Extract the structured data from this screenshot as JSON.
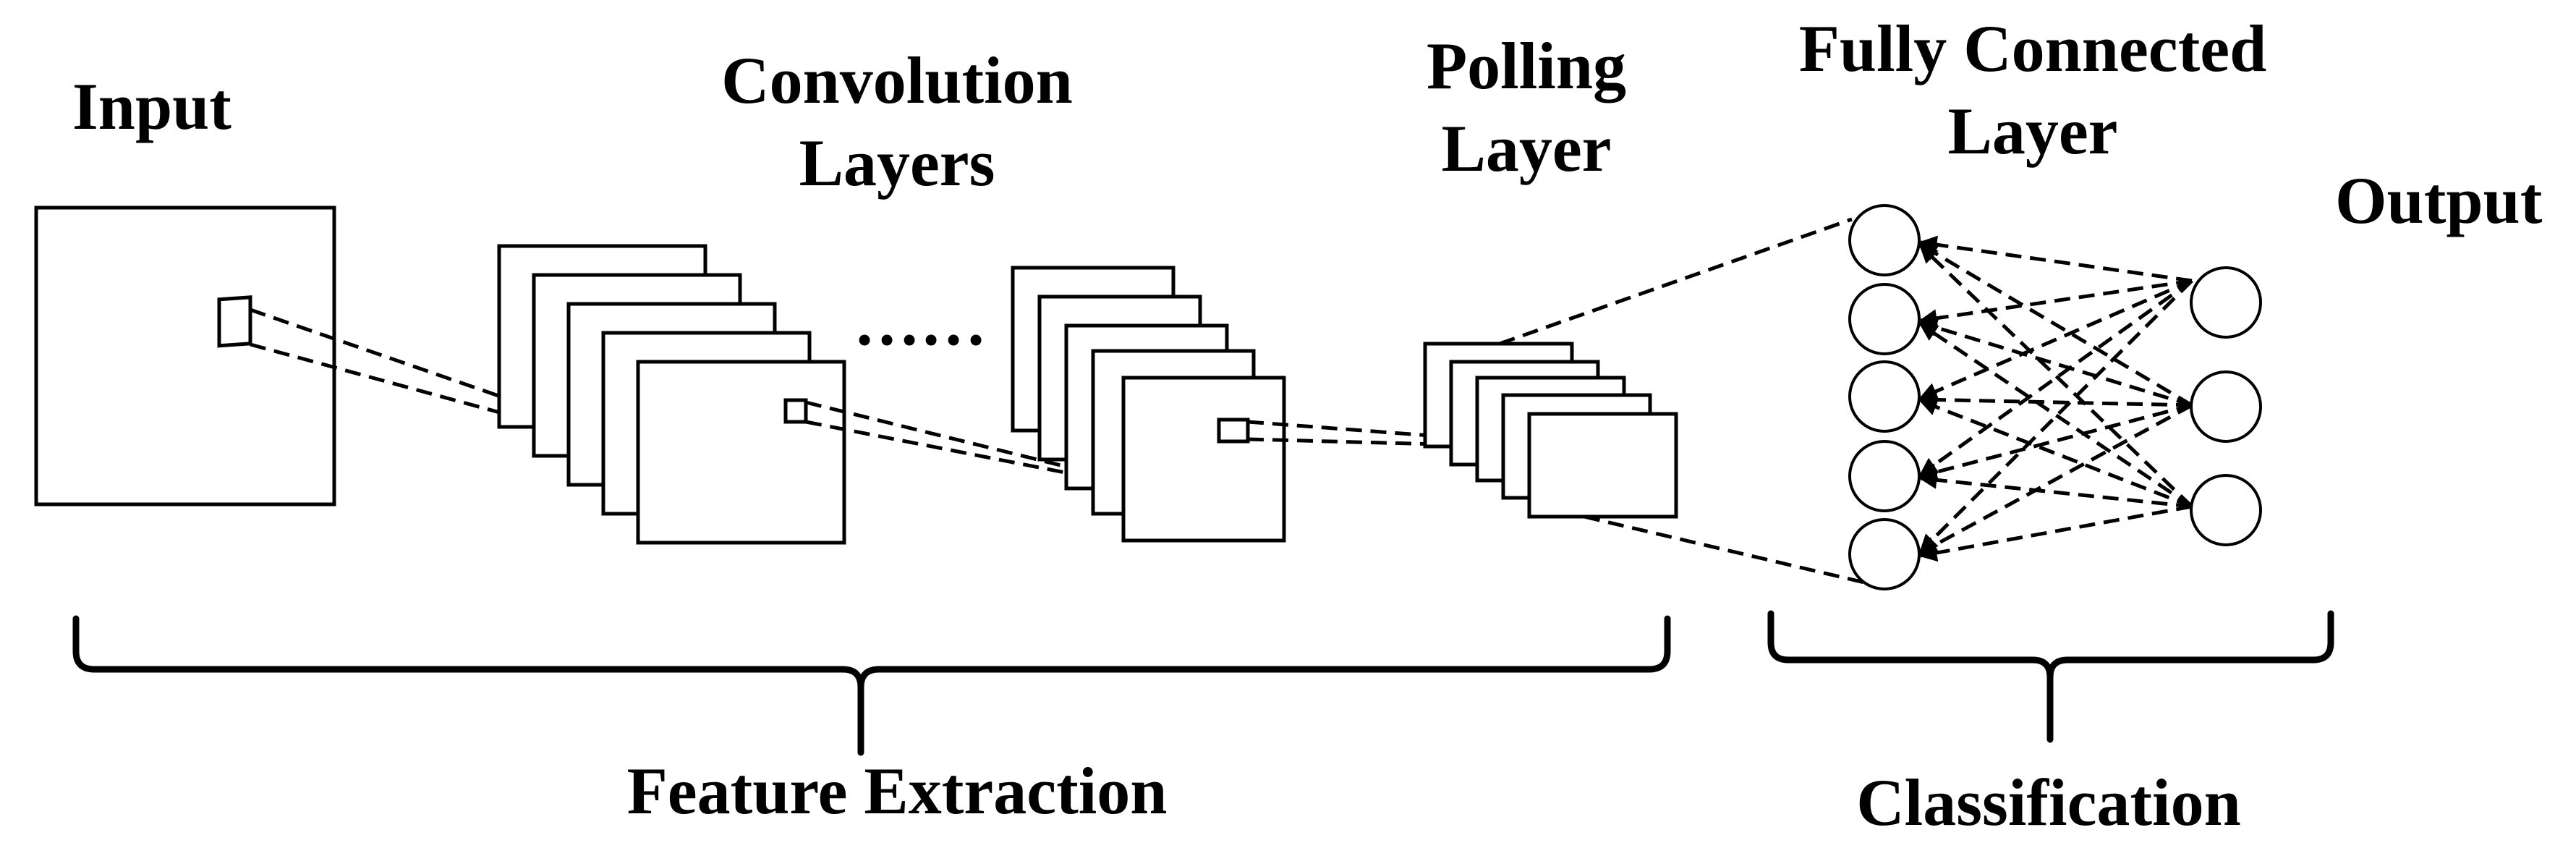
{
  "labels": {
    "input": "Input",
    "convolution_line1": "Convolution",
    "convolution_line2": "Layers",
    "pooling_line1": "Polling",
    "pooling_line2": "Layer",
    "fully_connected_line1": "Fully Connected",
    "fully_connected_line2": "Layer",
    "output": "Output",
    "ellipsis": "……",
    "feature_extraction": "Feature Extraction",
    "classification": "Classification"
  },
  "network": {
    "fully_connected_nodes": 5,
    "output_nodes": 3
  }
}
